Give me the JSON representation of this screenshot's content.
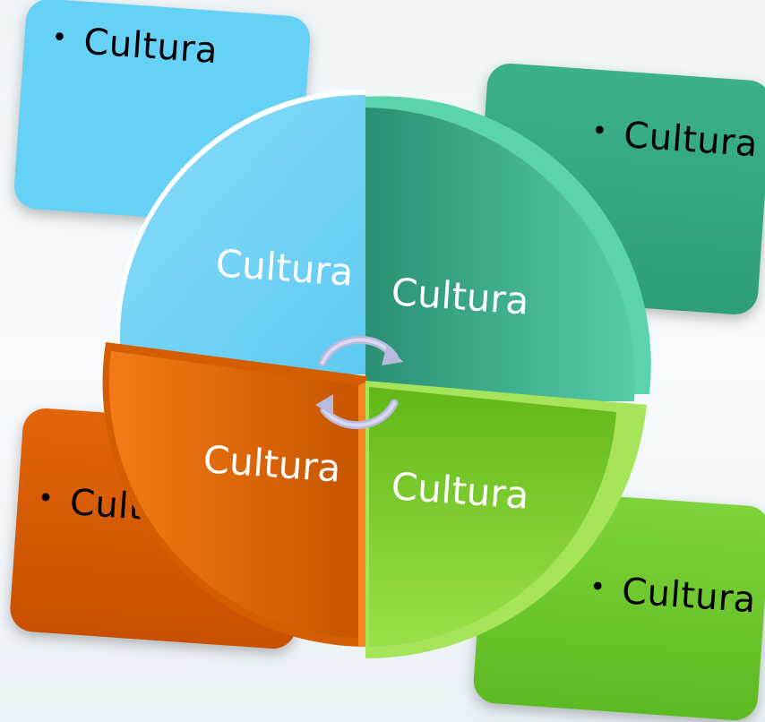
{
  "boxes": {
    "top_left": "Cultura",
    "top_right": "Cultura",
    "bottom_left": "Cultu",
    "bottom_right": "Cultura"
  },
  "segments": {
    "top_left": "Cultura",
    "top_right": "Cultura",
    "bottom_left": "Cultura",
    "bottom_right": "Cultura"
  },
  "colors": {
    "light_blue": "#66d1f7",
    "teal": "#2f9f80",
    "orange": "#e86a0c",
    "green": "#72c72c"
  },
  "center_icon": "cycle-arrows-icon"
}
